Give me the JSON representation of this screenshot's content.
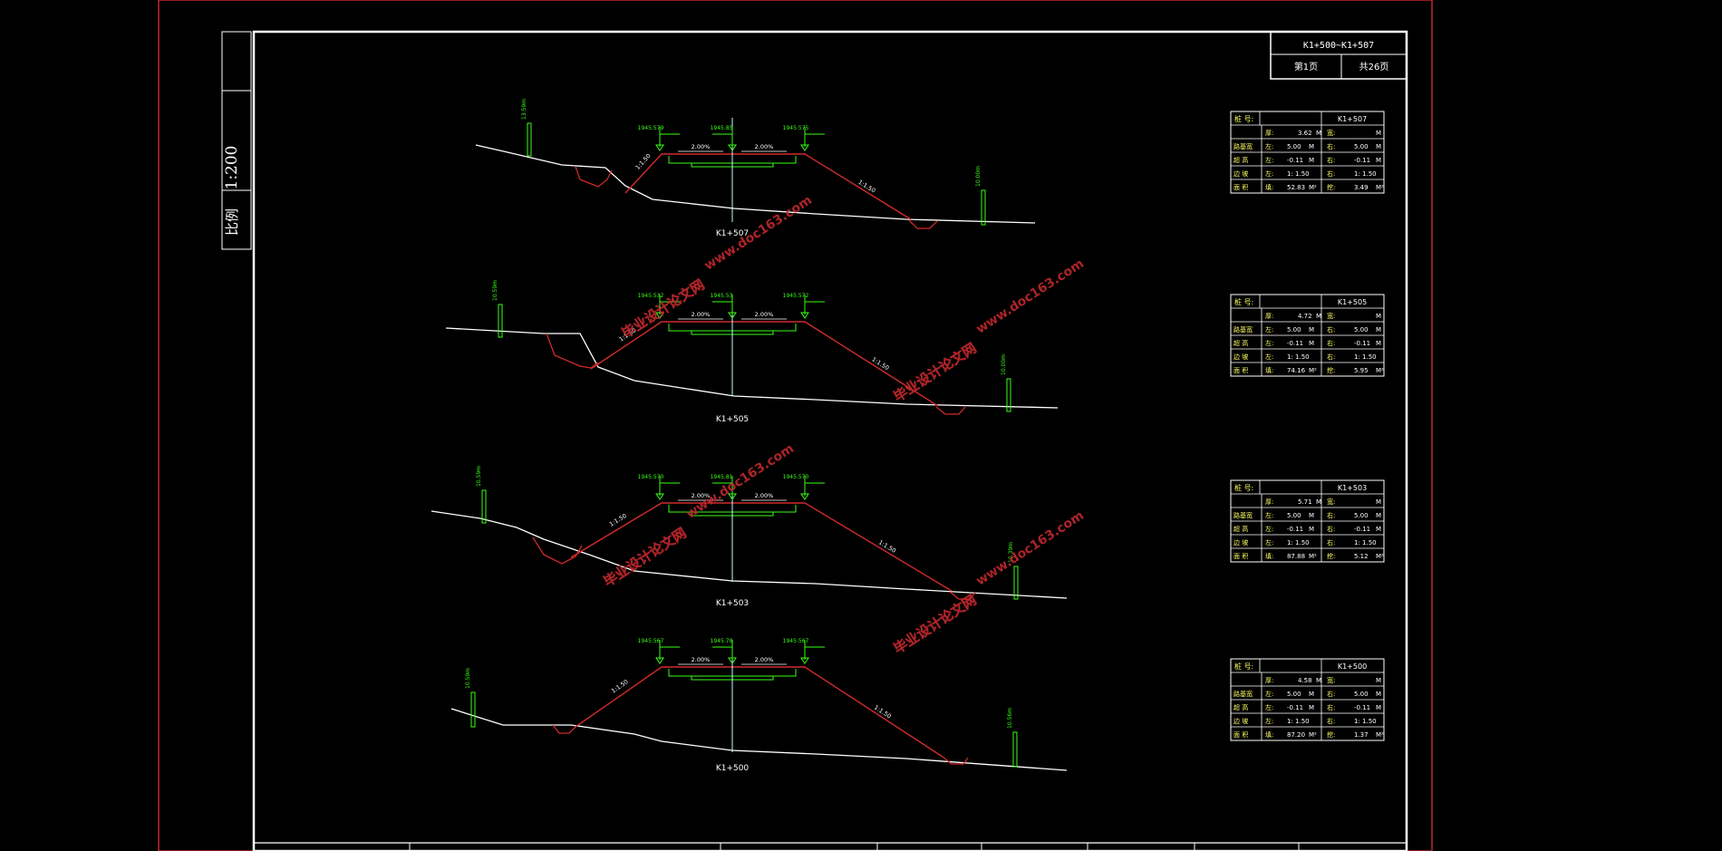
{
  "title_block": {
    "range": "K1+500~K1+507",
    "sheet_label": "第1页",
    "sheet_total": "共26页"
  },
  "scale_bar": {
    "label": "比例",
    "value": "1:200"
  },
  "sections": [
    {
      "station": "K1+507",
      "left_pole": "13.59m",
      "right_pole": "10.00m",
      "left_elev": "1945.579",
      "center_elev": "1945.85",
      "right_elev": "1945.575",
      "slope_left": "2.00%",
      "slope_right": "2.00%",
      "side_slope_left": "1:1.50",
      "side_slope_right": "1:1.50",
      "table": {
        "header_label": "桩 号:",
        "header_value": "K1+507",
        "rows": [
          [
            "厚:",
            "3.62",
            "M",
            "宽:",
            "",
            "M"
          ],
          [
            "路基宽",
            "左:",
            "5.00",
            "M",
            "右:",
            "5.00",
            "M"
          ],
          [
            "超 高",
            "左:",
            "-0.11",
            "M",
            "右:",
            "-0.11",
            "M"
          ],
          [
            "边 坡",
            "左:",
            "1: 1.50",
            "",
            "右:",
            "1: 1.50",
            ""
          ],
          [
            "面 积",
            "填:",
            "52.83",
            "M²",
            "挖:",
            "3.49",
            "M²"
          ]
        ]
      }
    },
    {
      "station": "K1+505",
      "left_pole": "10.59m",
      "right_pole": "10.00m",
      "left_elev": "1945.532",
      "center_elev": "1945.53",
      "right_elev": "1945.572",
      "slope_left": "2.00%",
      "slope_right": "2.00%",
      "side_slope_left": "1:1.50",
      "side_slope_right": "1:1.50",
      "table": {
        "header_label": "桩 号:",
        "header_value": "K1+505",
        "rows": [
          [
            "厚:",
            "4.72",
            "M",
            "宽:",
            "",
            "M"
          ],
          [
            "路基宽",
            "左:",
            "5.00",
            "M",
            "右:",
            "5.00",
            "M"
          ],
          [
            "超 高",
            "左:",
            "-0.11",
            "M",
            "右:",
            "-0.11",
            "M"
          ],
          [
            "边 坡",
            "左:",
            "1: 1.50",
            "",
            "右:",
            "1: 1.50",
            ""
          ],
          [
            "面 积",
            "填:",
            "74.16",
            "M²",
            "挖:",
            "5.95",
            "M²"
          ]
        ]
      }
    },
    {
      "station": "K1+503",
      "left_pole": "10.59m",
      "right_pole": "10.39m",
      "left_elev": "1945.570",
      "center_elev": "1945.81",
      "right_elev": "1945.570",
      "slope_left": "2.00%",
      "slope_right": "2.00%",
      "side_slope_left": "1:1.50",
      "side_slope_right": "1:1.50",
      "table": {
        "header_label": "桩 号:",
        "header_value": "K1+503",
        "rows": [
          [
            "厚:",
            "5.71",
            "M",
            "宽:",
            "",
            "M"
          ],
          [
            "路基宽",
            "左:",
            "5.00",
            "M",
            "右:",
            "5.00",
            "M"
          ],
          [
            "超 高",
            "左:",
            "-0.11",
            "M",
            "右:",
            "-0.11",
            "M"
          ],
          [
            "边 坡",
            "左:",
            "1: 1.50",
            "",
            "右:",
            "1: 1.50",
            ""
          ],
          [
            "面 积",
            "填:",
            "87.88",
            "M²",
            "挖:",
            "5.12",
            "M²"
          ]
        ]
      }
    },
    {
      "station": "K1+500",
      "left_pole": "10.59m",
      "right_pole": "10.56m",
      "left_elev": "1945.567",
      "center_elev": "1945.78",
      "right_elev": "1945.567",
      "slope_left": "2.00%",
      "slope_right": "2.00%",
      "side_slope_left": "1:1.50",
      "side_slope_right": "1:1.50",
      "table": {
        "header_label": "桩 号:",
        "header_value": "K1+500",
        "rows": [
          [
            "厚:",
            "4.58",
            "M",
            "宽:",
            "",
            "M"
          ],
          [
            "路基宽",
            "左:",
            "5.00",
            "M",
            "右:",
            "5.00",
            "M"
          ],
          [
            "超 高",
            "左:",
            "-0.11",
            "M",
            "右:",
            "-0.11",
            "M"
          ],
          [
            "边 坡",
            "左:",
            "1: 1.50",
            "",
            "右:",
            "1: 1.50",
            ""
          ],
          [
            "面 积",
            "填:",
            "87.20",
            "M²",
            "挖:",
            "1.37",
            "M²"
          ]
        ]
      }
    }
  ],
  "watermark": {
    "cn": "毕业设计论文网",
    "url": "www.doc163.com"
  },
  "colors": {
    "background": "#000000",
    "frame_outer": "#c0282d",
    "frame_inner": "#ffffff",
    "embankment": "#d12a2a",
    "pavement_label": "#39ff14",
    "table_text": "#ffff66",
    "watermark": "#c0282d"
  }
}
